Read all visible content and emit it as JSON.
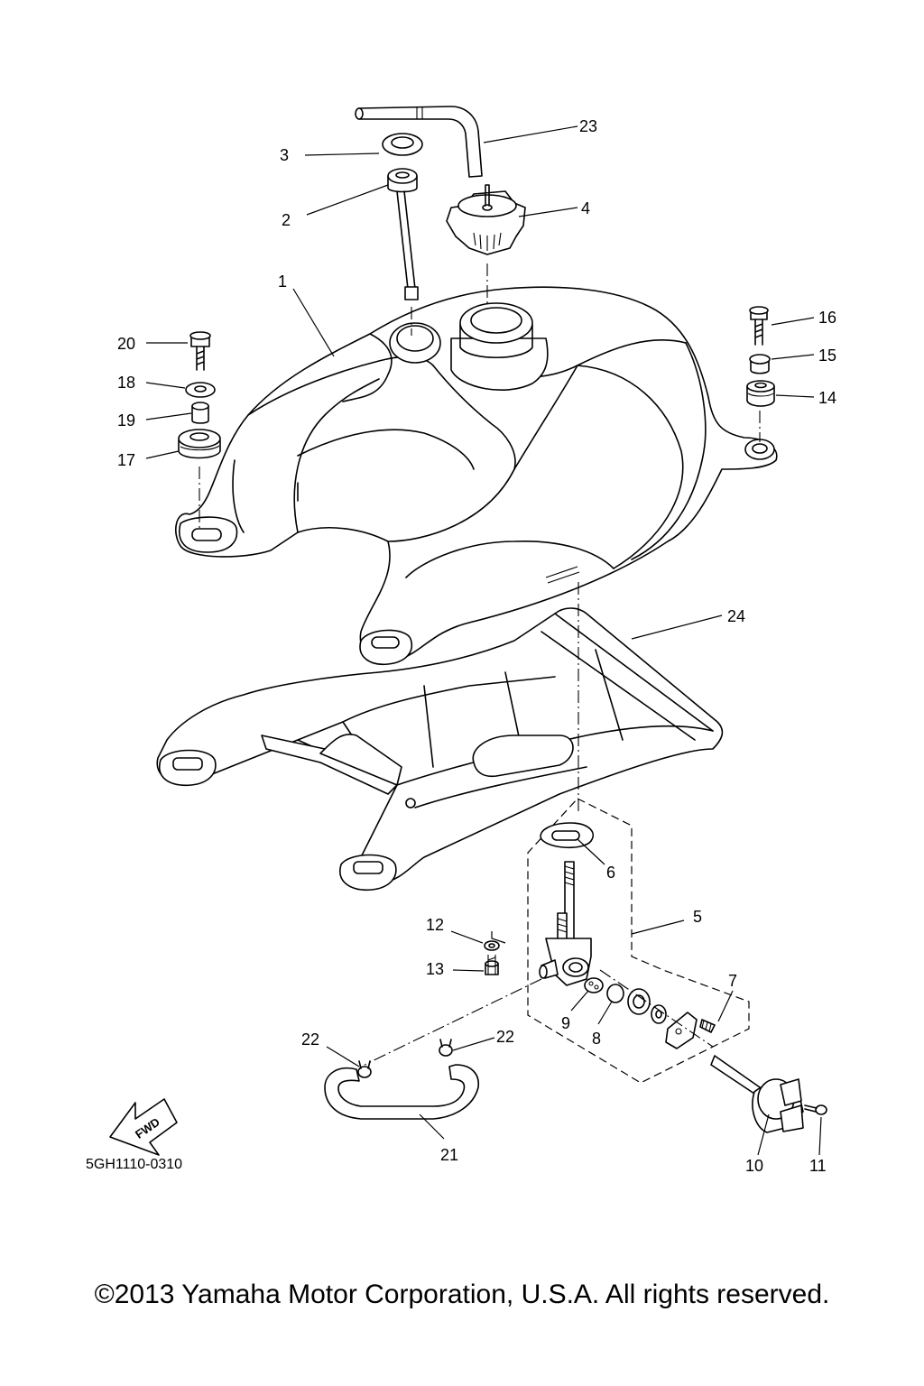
{
  "diagram": {
    "drawing_code": "5GH1110-0310",
    "fwd_label": "FWD",
    "copyright": "©2013 Yamaha Motor Corporation, U.S.A. All rights reserved.",
    "callouts": [
      {
        "id": "1",
        "label": "1"
      },
      {
        "id": "2",
        "label": "2"
      },
      {
        "id": "3",
        "label": "3"
      },
      {
        "id": "4",
        "label": "4"
      },
      {
        "id": "5",
        "label": "5"
      },
      {
        "id": "6",
        "label": "6"
      },
      {
        "id": "7",
        "label": "7"
      },
      {
        "id": "8",
        "label": "8"
      },
      {
        "id": "9",
        "label": "9"
      },
      {
        "id": "10",
        "label": "10"
      },
      {
        "id": "11",
        "label": "11"
      },
      {
        "id": "12",
        "label": "12"
      },
      {
        "id": "13",
        "label": "13"
      },
      {
        "id": "14",
        "label": "14"
      },
      {
        "id": "15",
        "label": "15"
      },
      {
        "id": "16",
        "label": "16"
      },
      {
        "id": "17",
        "label": "17"
      },
      {
        "id": "18",
        "label": "18"
      },
      {
        "id": "19",
        "label": "19"
      },
      {
        "id": "20",
        "label": "20"
      },
      {
        "id": "21",
        "label": "21"
      },
      {
        "id": "22a",
        "label": "22"
      },
      {
        "id": "22b",
        "label": "22"
      },
      {
        "id": "23",
        "label": "23"
      },
      {
        "id": "24",
        "label": "24"
      }
    ]
  }
}
